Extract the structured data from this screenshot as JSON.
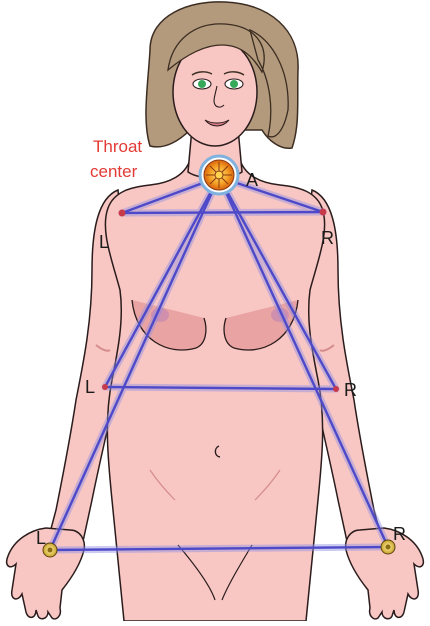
{
  "labels": {
    "throat_line1": "Throat",
    "throat_line2": "center",
    "apex": "A",
    "shoulder_left": "L",
    "shoulder_right": "R",
    "waist_left": "L",
    "waist_right": "R",
    "hand_left": "L",
    "hand_right": "R"
  },
  "colors": {
    "skin": "#f8c6c3",
    "skin_outline": "#2a1c1c",
    "skin_shadow": "#e9a3a2",
    "hair": "#b49a7c",
    "hair_outline": "#3b2d22",
    "lines": "#4d49c8",
    "lines_glow": "#8f8fe6",
    "throat_orb": "#f08a1d",
    "throat_ring": "#7fb2de",
    "node": "#c73a4a",
    "label_red": "#e23b35",
    "label_dark": "#1b1b1b"
  }
}
